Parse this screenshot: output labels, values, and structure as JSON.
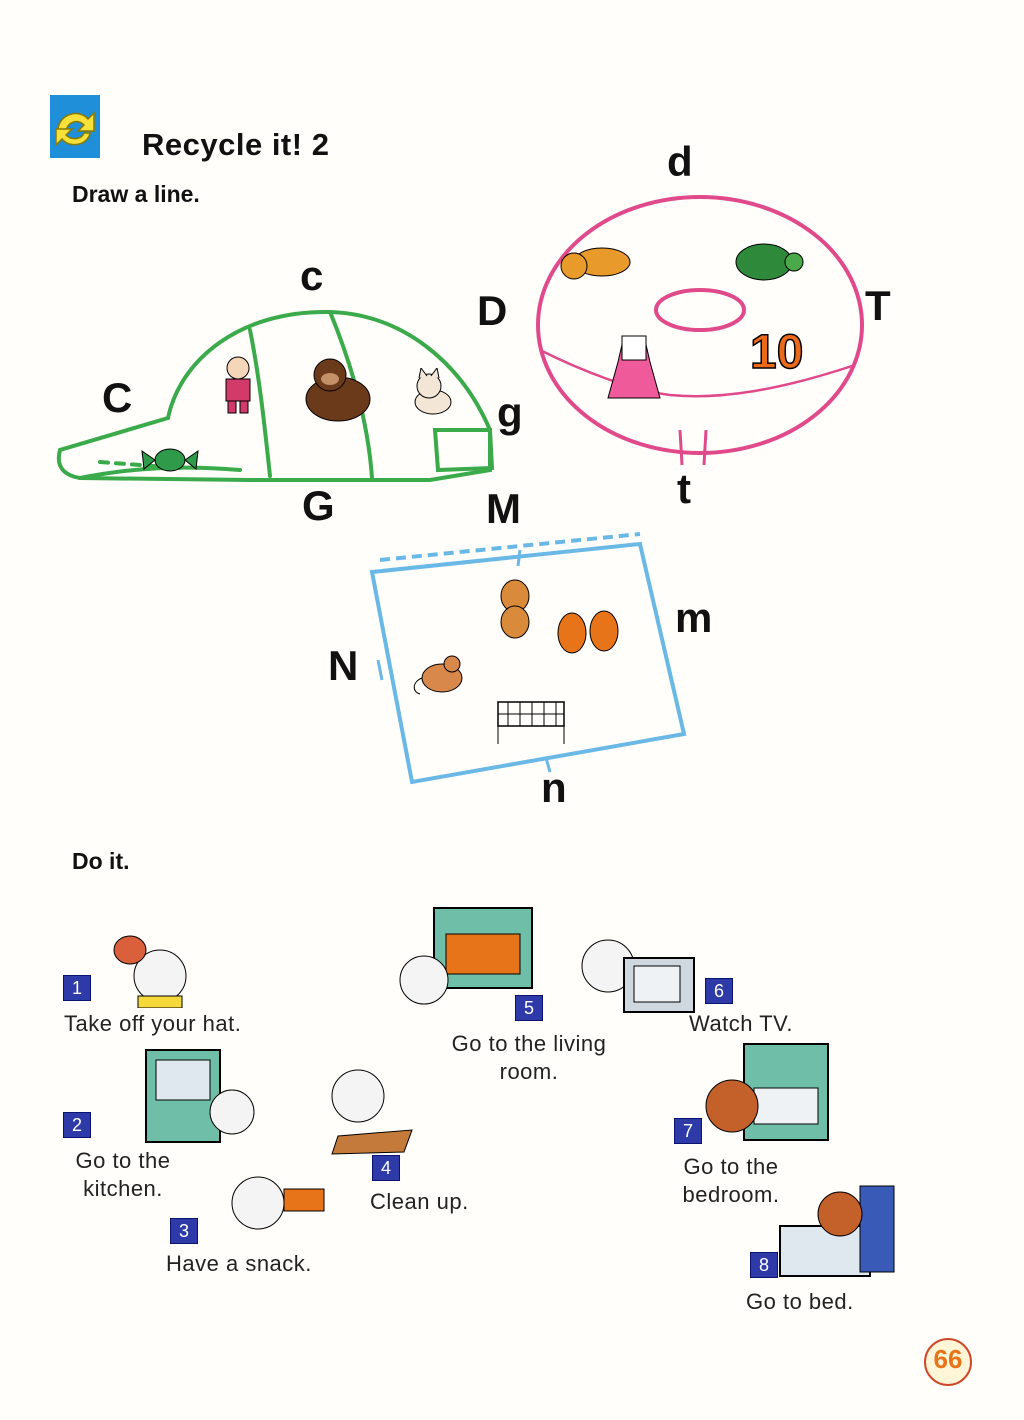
{
  "header": {
    "title": "Recycle it! 2",
    "draw_instruction": "Draw a line.",
    "do_instruction": "Do it.",
    "accent_color": "#1e8fd8"
  },
  "puzzles": {
    "cap": {
      "color": "#3aaa4a",
      "letters": [
        "c",
        "C",
        "g",
        "G"
      ]
    },
    "donut": {
      "color": "#e04a8a",
      "letters": [
        "d",
        "D",
        "T",
        "t"
      ],
      "number_label": "10"
    },
    "notebook": {
      "color": "#6ab8e6",
      "letters": [
        "M",
        "m",
        "N",
        "n"
      ]
    }
  },
  "actions": [
    {
      "number": "1",
      "label": "Take off your hat."
    },
    {
      "number": "2",
      "label": "Go to the kitchen."
    },
    {
      "number": "3",
      "label": "Have a snack."
    },
    {
      "number": "4",
      "label": "Clean up."
    },
    {
      "number": "5",
      "label": "Go to the living room."
    },
    {
      "number": "6",
      "label": "Watch TV."
    },
    {
      "number": "7",
      "label": "Go to the bedroom."
    },
    {
      "number": "8",
      "label": "Go to bed."
    }
  ],
  "page_number": "66"
}
